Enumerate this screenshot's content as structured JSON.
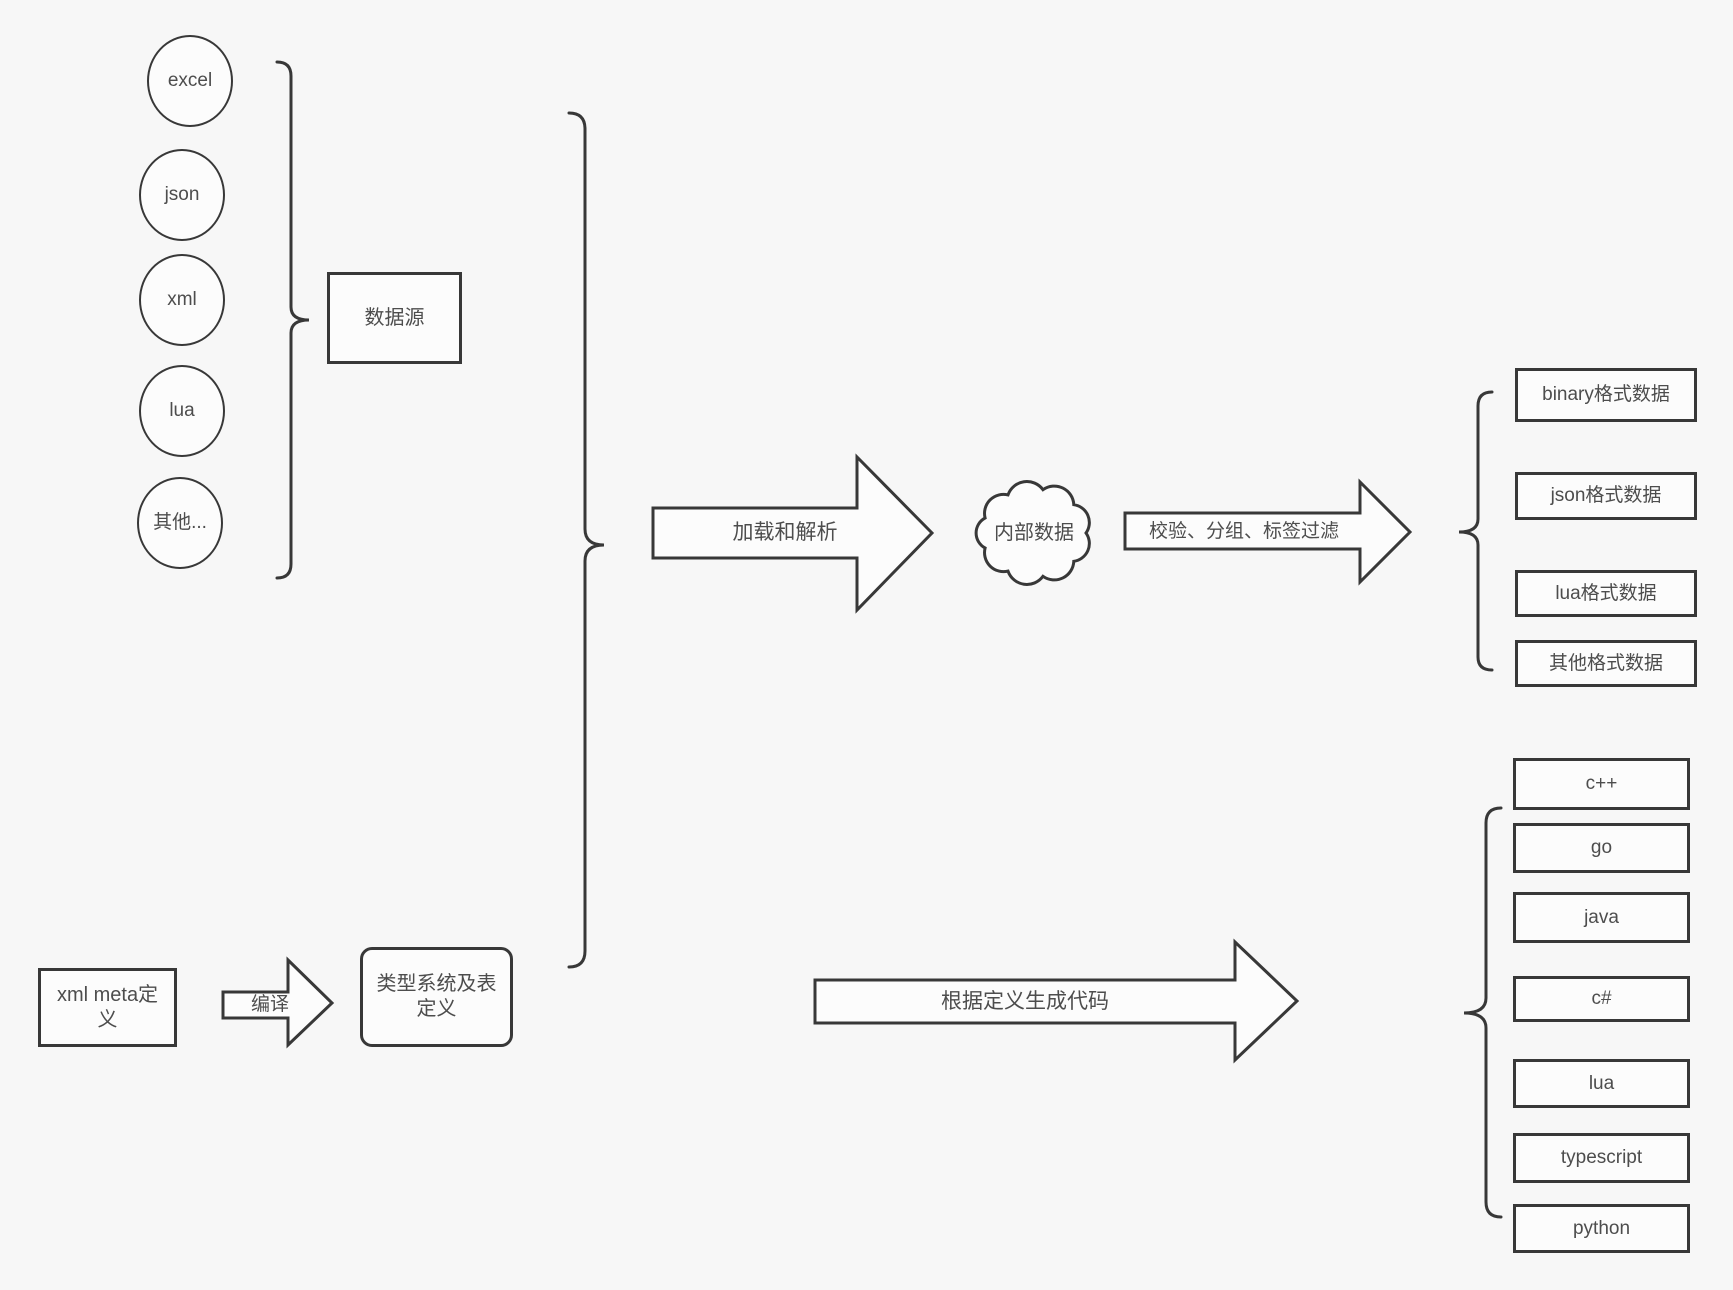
{
  "diagram": {
    "sources": {
      "items": [
        "excel",
        "json",
        "xml",
        "lua",
        "其他..."
      ],
      "group_label": "数据源"
    },
    "flow": {
      "load_parse_label": "加载和解析",
      "internal_data_label": "内部数据",
      "filter_label": "校验、分组、标签过滤"
    },
    "outputs": {
      "formats": [
        "binary格式数据",
        "json格式数据",
        "lua格式数据",
        "其他格式数据"
      ],
      "languages": [
        "c++",
        "go",
        "java",
        "c#",
        "lua",
        "typescript",
        "python"
      ]
    },
    "meta": {
      "xml_meta_label": "xml meta定义",
      "compile_label": "编译",
      "type_system_label": "类型系统及表定义",
      "codegen_label": "根据定义生成代码"
    },
    "colors": {
      "background": "#f7f7f7",
      "stroke": "#383838",
      "node_fill": "#fcfcfc",
      "text": "#4d4d4d"
    }
  }
}
